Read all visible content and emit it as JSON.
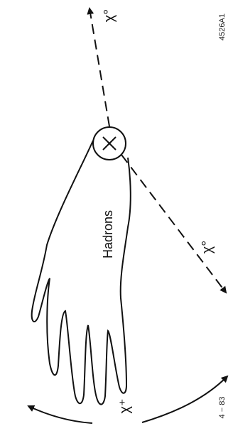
{
  "labels": {
    "hadrons": "Hadrons",
    "chi0_top": "χ°",
    "chi0_mid": "χ°",
    "chi_plus": "χ⁺",
    "figure_id": "4526A1",
    "date": "4 − 83"
  },
  "colors": {
    "ink": "#111111",
    "background": "#ffffff"
  }
}
